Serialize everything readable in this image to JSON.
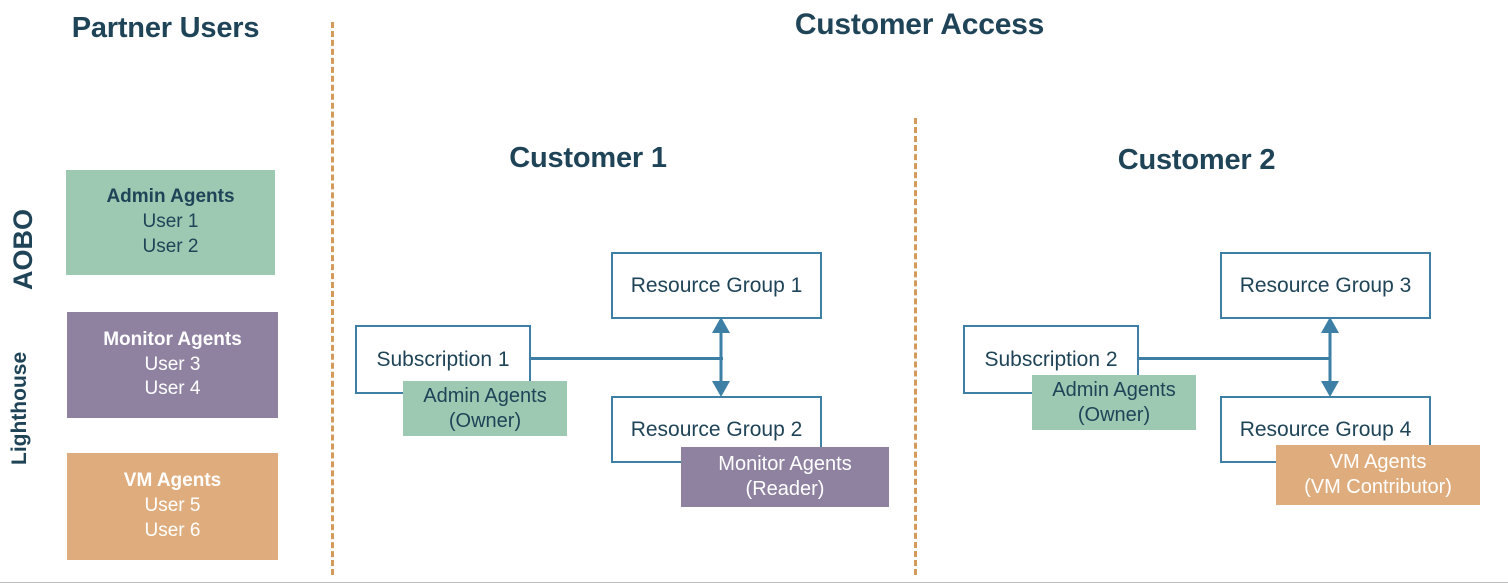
{
  "diagram": {
    "title_left": "Partner Users",
    "title_right": "Customer Access",
    "side_labels": {
      "aobo": "AOBO",
      "lighthouse": "Lighthouse"
    },
    "colors": {
      "green": "#9DC8B2",
      "purple": "#8E82A0",
      "orange": "#DFAD7D",
      "azure_line": "#3E7FA6",
      "dark_text": "#1F4457",
      "dashed_divider": "#D49A5C"
    }
  },
  "partner_groups": [
    {
      "name": "Admin Agents",
      "users": [
        "User 1",
        "User 2"
      ],
      "color": "#9DC8B2",
      "access_model": "AOBO"
    },
    {
      "name": "Monitor Agents",
      "users": [
        "User 3",
        "User 4"
      ],
      "color": "#8E82A0",
      "access_model": "Lighthouse"
    },
    {
      "name": "VM Agents",
      "users": [
        "User 5",
        "User 6"
      ],
      "color": "#DFAD7D",
      "access_model": "Lighthouse"
    }
  ],
  "customers": [
    {
      "title": "Customer 1",
      "subscription": {
        "label": "Subscription 1",
        "role_tag": {
          "group": "Admin Agents",
          "role": "(Owner)"
        }
      },
      "resource_groups": [
        {
          "label": "Resource Group 1",
          "role_tag": null
        },
        {
          "label": "Resource Group 2",
          "role_tag": {
            "group": "Monitor Agents",
            "role": "(Reader)"
          }
        }
      ]
    },
    {
      "title": "Customer 2",
      "subscription": {
        "label": "Subscription 2",
        "role_tag": {
          "group": "Admin Agents",
          "role": "(Owner)"
        }
      },
      "resource_groups": [
        {
          "label": "Resource Group 3",
          "role_tag": null
        },
        {
          "label": "Resource Group 4",
          "role_tag": {
            "group": "VM Agents",
            "role": "(VM Contributor)"
          }
        }
      ]
    }
  ]
}
